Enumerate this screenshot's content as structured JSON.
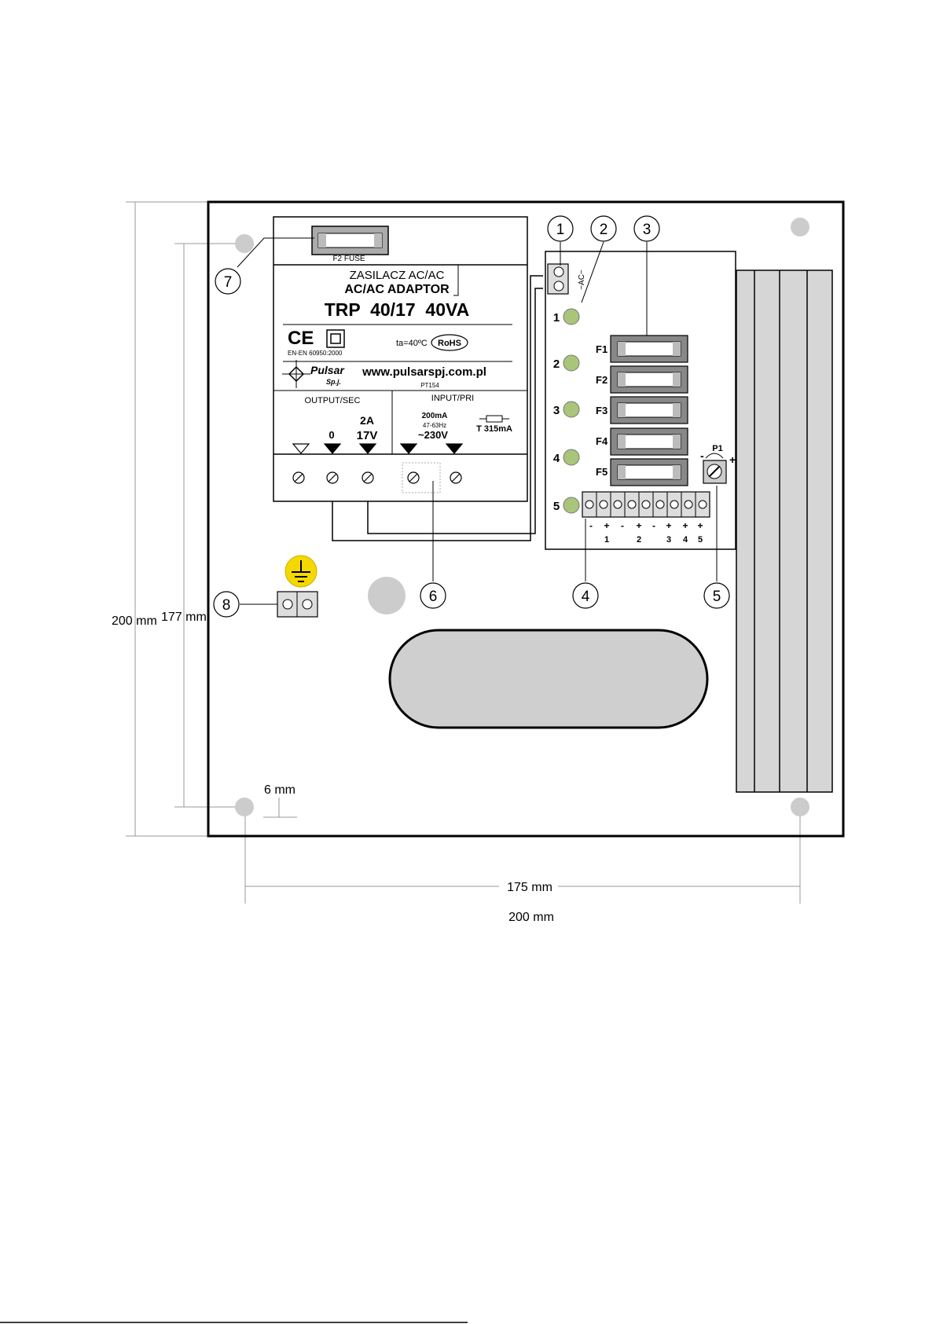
{
  "dimensions": {
    "outer_height": "200 mm",
    "inner_height": "177 mm",
    "hole_offset": "6 mm",
    "hole_spacing": "175 mm",
    "outer_width": "200 mm"
  },
  "callouts": [
    "1",
    "2",
    "3",
    "4",
    "5",
    "6",
    "7",
    "8"
  ],
  "transformer": {
    "fuse_label": "F2 FUSE",
    "title_pl": "ZASILACZ AC/AC",
    "title_en": "AC/AC ADAPTOR",
    "model": "TRP  40/17  40VA",
    "ce_mark": "CE",
    "standard": "EN-EN 60950:2000",
    "ta": "ta=40ºC",
    "rohs": "RoHS",
    "brand": "Pulsar",
    "brand_sub": "Sp.j.",
    "website": "www.pulsarspj.com.pl",
    "code": "PT154",
    "output_header": "OUTPUT/SEC",
    "input_header": "INPUT/PRI",
    "out_zero": "0",
    "out_current": "2A",
    "out_voltage": "17V",
    "in_current": "200mA",
    "in_freq": "47-63Hz",
    "in_voltage": "~230V",
    "in_fuse": "T 315mA"
  },
  "board": {
    "ac_label": "~AC~",
    "led_labels": [
      "1",
      "2",
      "3",
      "4",
      "5"
    ],
    "fuses": [
      "F1",
      "F2",
      "F3",
      "F4",
      "F5"
    ],
    "pot_label": "P1",
    "pot_minus": "-",
    "pot_plus": "+",
    "terminal_signs": [
      "-",
      "+",
      "-",
      "+",
      "-",
      "+",
      "+",
      "+"
    ],
    "terminal_numbers": [
      "1",
      "2",
      "3",
      "4",
      "5"
    ]
  },
  "colors": {
    "led": "#a9c57a",
    "hole": "#cccccc",
    "earth_badge": "#f5d800",
    "window": "#cfcfcf",
    "heatsink": "#d6d6d6"
  },
  "icons": [
    "earth-ground-icon",
    "fuse-symbol-icon",
    "double-insulation-icon",
    "pulsar-logo-icon"
  ]
}
